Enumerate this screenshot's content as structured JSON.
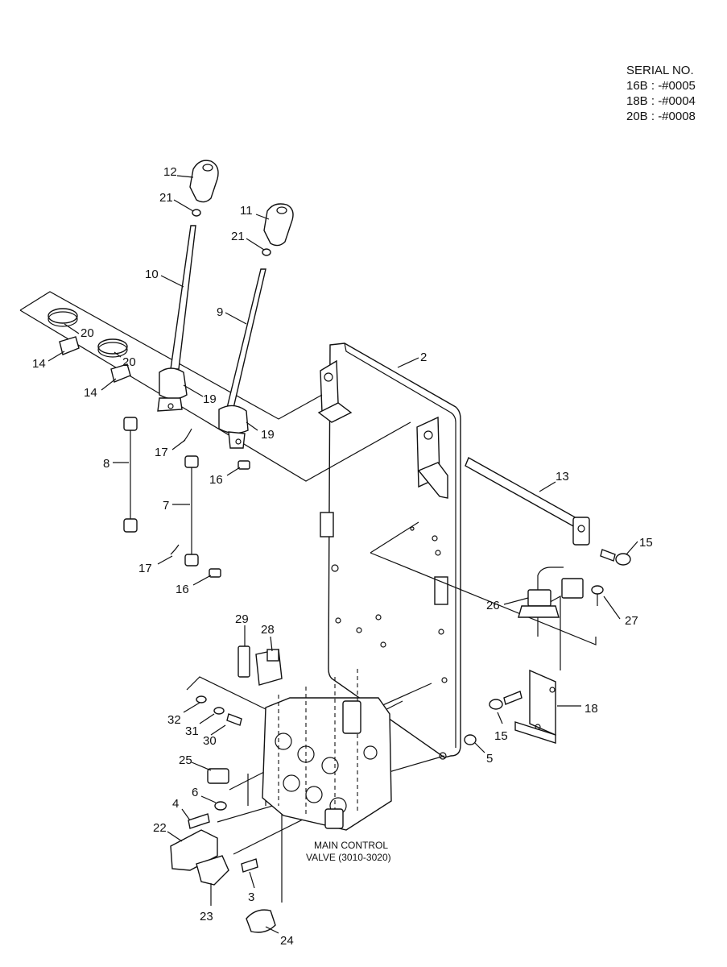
{
  "serial": {
    "heading": "SERIAL NO.",
    "lines": [
      "16B : -#0005",
      "18B : -#0004",
      "20B : -#0008"
    ]
  },
  "valve_label": {
    "line1": "MAIN CONTROL",
    "line2": "VALVE (3010-3020)"
  },
  "callouts": {
    "c2": "2",
    "c3": "3",
    "c4": "4",
    "c5": "5",
    "c6": "6",
    "c7": "7",
    "c8": "8",
    "c9": "9",
    "c10": "10",
    "c11": "11",
    "c12": "12",
    "c13": "13",
    "c14a": "14",
    "c14b": "14",
    "c15a": "15",
    "c15b": "15",
    "c16a": "16",
    "c16b": "16",
    "c17a": "17",
    "c17b": "17",
    "c18": "18",
    "c19a": "19",
    "c19b": "19",
    "c20a": "20",
    "c20b": "20",
    "c21a": "21",
    "c21b": "21",
    "c22": "22",
    "c23": "23",
    "c24": "24",
    "c25": "25",
    "c26": "26",
    "c27": "27",
    "c28": "28",
    "c29": "29",
    "c30": "30",
    "c31": "31",
    "c32": "32"
  }
}
